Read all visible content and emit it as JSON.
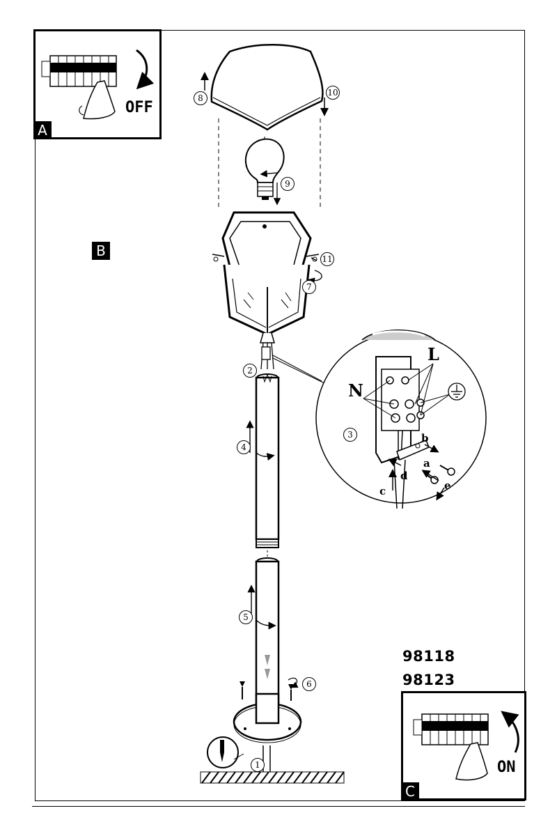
{
  "panels": {
    "a": {
      "tag": "A",
      "switch_label": "OFF"
    },
    "b": {
      "tag": "B"
    },
    "c": {
      "tag": "C",
      "switch_label": "ON"
    }
  },
  "models": [
    "98118",
    "98123"
  ],
  "steps": [
    "1",
    "2",
    "3",
    "4",
    "5",
    "6",
    "7",
    "8",
    "9",
    "10",
    "11"
  ],
  "wiring_letters": {
    "live": "L",
    "neutral": "N",
    "a": "a",
    "b": "b",
    "c": "c",
    "d": "d",
    "e": "e"
  },
  "icons": [
    "circuit-breaker-icon",
    "hand-icon",
    "ground-symbol-icon",
    "screwdriver-icon",
    "rotate-arrow-icon"
  ]
}
